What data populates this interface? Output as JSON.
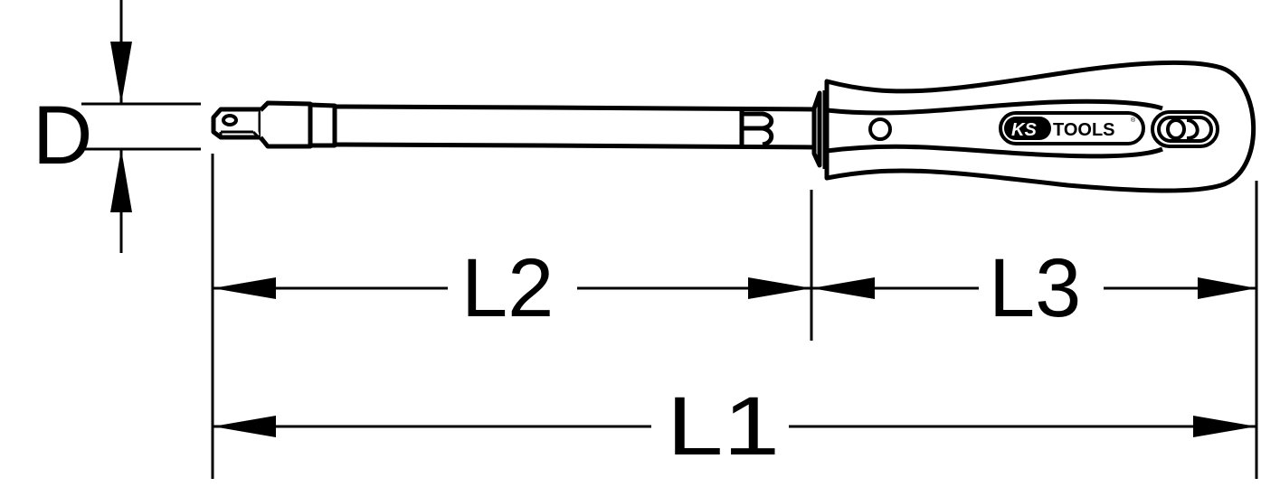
{
  "diagram": {
    "type": "technical-dimension-drawing",
    "subject": "extension bar with handle",
    "line_color": "#000000",
    "background": "#ffffff"
  },
  "dimensions": {
    "d": {
      "label": "D"
    },
    "l1": {
      "label": "L1"
    },
    "l2": {
      "label": "L2"
    },
    "l3": {
      "label": "L3"
    }
  },
  "logo": {
    "brand_left": "KS",
    "brand_right": "TOOLS",
    "registered": "®"
  }
}
